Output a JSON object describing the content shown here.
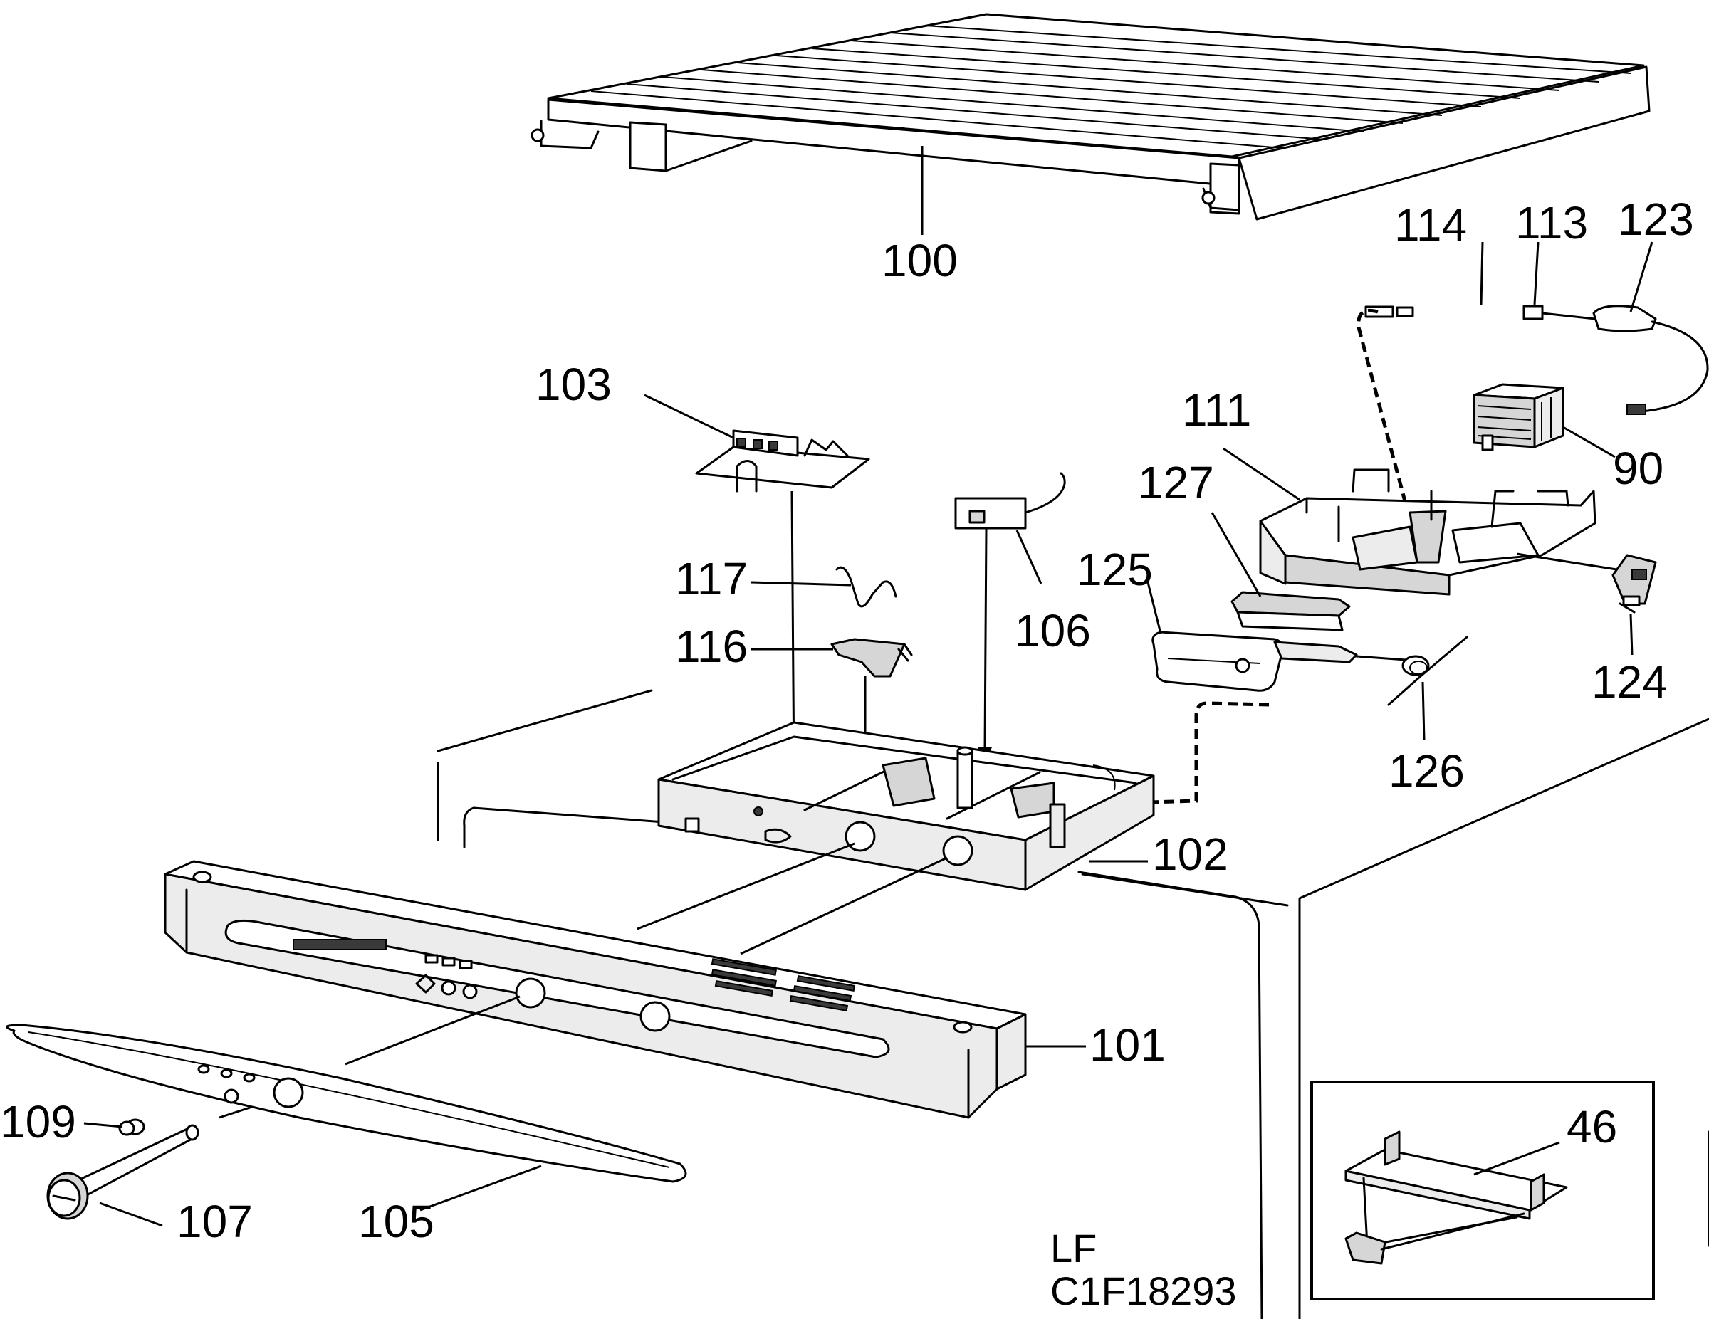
{
  "labels": {
    "p100": "100",
    "p114": "114",
    "p113": "113",
    "p123": "123",
    "p103": "103",
    "p111": "111",
    "p90": "90",
    "p127": "127",
    "p117": "117",
    "p125": "125",
    "p106": "106",
    "p116": "116",
    "p124": "124",
    "p126": "126",
    "p102": "102",
    "p101": "101",
    "p46": "46",
    "p109": "109",
    "p107": "107",
    "p105": "105"
  },
  "footer": {
    "line1": "LF",
    "line2": "C1F18293"
  }
}
